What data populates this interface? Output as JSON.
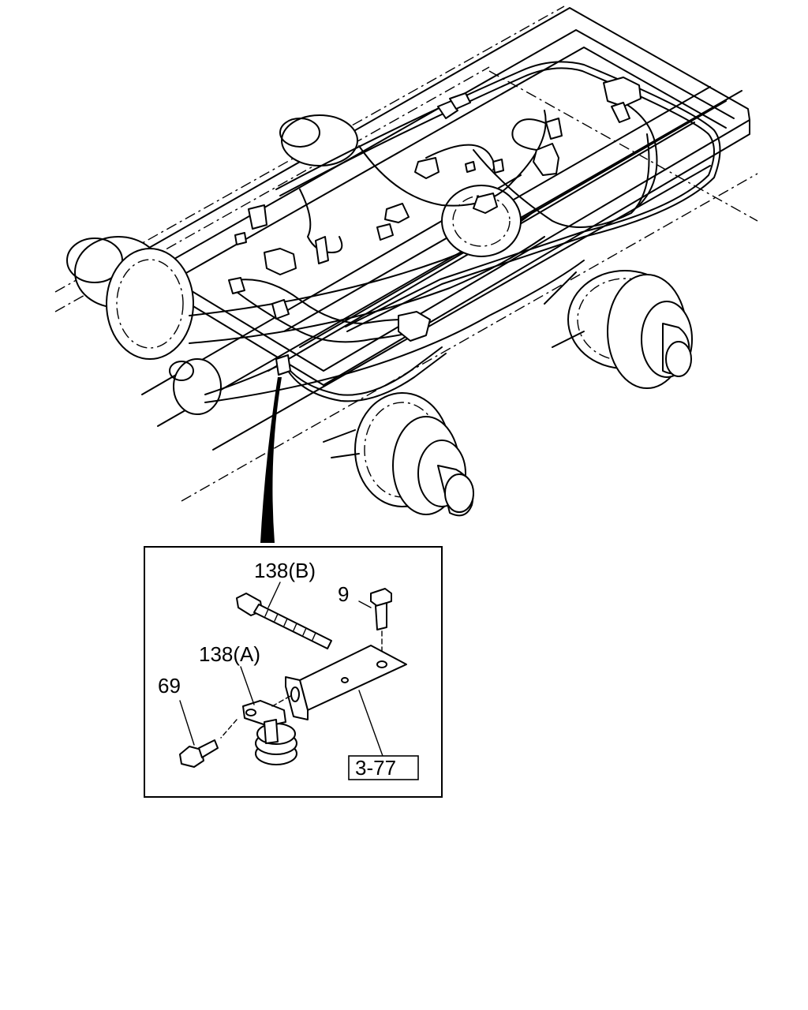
{
  "callouts": {
    "part_138b": "138(B)",
    "part_9": "9",
    "part_138a": "138(A)",
    "part_69": "69",
    "ref_3_77": "3-77"
  }
}
